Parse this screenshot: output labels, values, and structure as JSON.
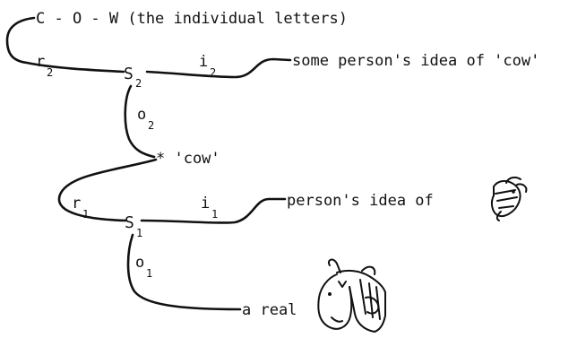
{
  "diagram": {
    "top_text": "C - O - W  (the individual letters)",
    "s2": {
      "letter": "S",
      "sub": "2"
    },
    "r2": {
      "letter": "r",
      "sub": "2"
    },
    "i2": {
      "letter": "i",
      "sub": "2"
    },
    "o2": {
      "letter": "o",
      "sub": "2"
    },
    "idea2_text": "some person's idea of 'cow'",
    "star_word": "* 'cow'",
    "s1": {
      "letter": "S",
      "sub": "1"
    },
    "r1": {
      "letter": "r",
      "sub": "1"
    },
    "i1": {
      "letter": "i",
      "sub": "1"
    },
    "o1": {
      "letter": "o",
      "sub": "1"
    },
    "idea1_text": "person's idea of",
    "real_text": "a real",
    "icons": [
      "cow-head-sketch-icon",
      "cow-head-drawing-icon"
    ]
  }
}
